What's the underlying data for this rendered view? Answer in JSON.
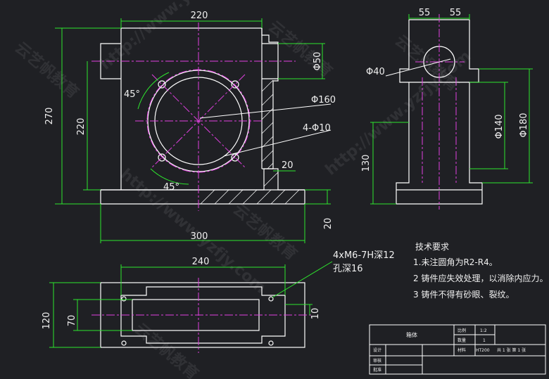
{
  "drawing": {
    "front_view": {
      "width_label": "220",
      "height_label": "270",
      "inner_height_label": "220",
      "boss_label": "Φ50",
      "bolt_circle_label": "Φ160",
      "holes_label": "4-Φ10",
      "angle_top_label": "45°",
      "angle_bottom_label": "45°",
      "rib_label": "20",
      "base_label": "20",
      "base_width_label": "300"
    },
    "side_view": {
      "left_label": "55",
      "right_label": "55",
      "bore_label": "Φ40",
      "dia140_label": "Φ140",
      "dia180_label": "Φ180",
      "height130_label": "130"
    },
    "top_view": {
      "width_label": "240",
      "depth_label": "120",
      "inner_depth_label": "70",
      "wall_label": "10",
      "thread_line1": "4xM6-7H深12",
      "thread_line2": "孔深16"
    },
    "notes": {
      "title": "技术要求",
      "line1": "1.未注圆角为R2-R4。",
      "line2": "2 铸件应失效处理，以消除内应力。",
      "line3": "3 铸件不得有砂眼、裂纹。"
    },
    "title_block": {
      "part_name": "箱体",
      "scale_label": "比例",
      "scale_value": "1:2",
      "qty_label": "数量",
      "qty_value": "1",
      "material_label": "材料",
      "material_value": "HT200",
      "sheet_text": "共 1 张  第 1 张",
      "designer_label": "设计",
      "checker_label": "审核",
      "approver_label": "批准"
    },
    "watermarks": [
      "http://www.yzfjy.com",
      "云艺帆教育"
    ],
    "colors": {
      "background": "#1f2024",
      "outline": "#ffffff",
      "dimension": "#2ee62e",
      "centerline": "#e040e0",
      "hatch": "#ffffff"
    }
  }
}
